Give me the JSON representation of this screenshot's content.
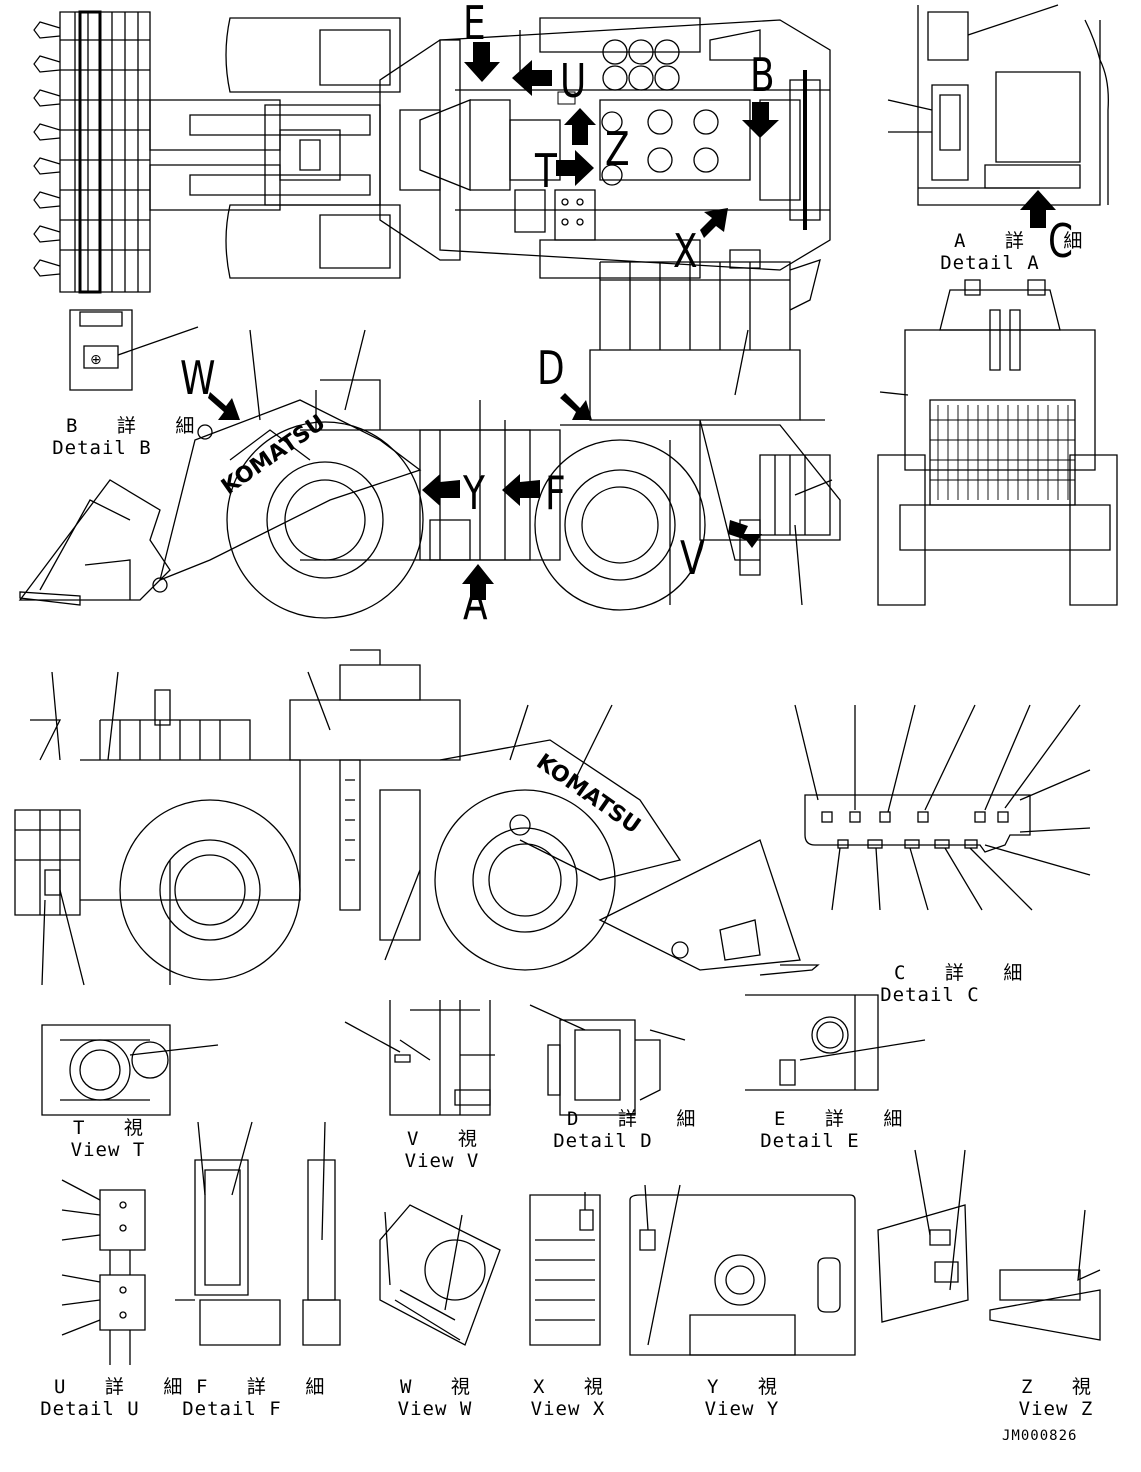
{
  "view_letters": {
    "E": "E",
    "U": "U",
    "B": "B",
    "T": "T",
    "Z": "Z",
    "X": "X",
    "C": "C",
    "W": "W",
    "D": "D",
    "Y": "Y",
    "F": "F",
    "V": "V",
    "A": "A"
  },
  "brand_logo_text": "KOMATSU",
  "detail_labels": {
    "detail_a": {
      "jp": "A 詳 細",
      "en": "Detail A"
    },
    "detail_b": {
      "jp": "B 詳 細",
      "en": "Detail B"
    },
    "detail_c": {
      "jp": "C 詳 細",
      "en": "Detail C"
    },
    "detail_d": {
      "jp": "D 詳 細",
      "en": "Detail D"
    },
    "detail_e": {
      "jp": "E 詳 細",
      "en": "Detail E"
    },
    "detail_u": {
      "jp": "U 詳 細",
      "en": "Detail U"
    },
    "detail_f": {
      "jp": "F 詳 細",
      "en": "Detail F"
    },
    "view_t": {
      "jp": "T 視",
      "en": "View T"
    },
    "view_v": {
      "jp": "V 視",
      "en": "View V"
    },
    "view_w": {
      "jp": "W 視",
      "en": "View W"
    },
    "view_x": {
      "jp": "X 視",
      "en": "View X"
    },
    "view_y": {
      "jp": "Y 視",
      "en": "View Y"
    },
    "view_z": {
      "jp": "Z 視",
      "en": "View Z"
    }
  },
  "drawing_code": "JM000826",
  "colors": {
    "line": "#000000",
    "background": "#ffffff"
  }
}
